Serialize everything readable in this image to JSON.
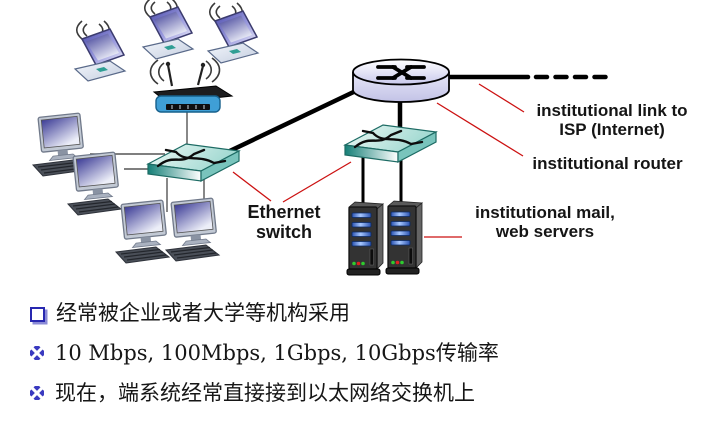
{
  "diagram": {
    "annotations": {
      "isp_link": {
        "line1": "institutional link to",
        "line2": "ISP (Internet)"
      },
      "router": "institutional router",
      "servers": {
        "line1": "institutional mail,",
        "line2": "web servers"
      },
      "ethernet_switch": {
        "line1": "Ethernet",
        "line2": "switch"
      }
    },
    "devices": {
      "wireless_laptops": 3,
      "wireless_access_point": 1,
      "desktop_pcs": 4,
      "ethernet_switches": 2,
      "routers": 1,
      "servers": 2
    },
    "colors": {
      "annotation_line": "#cc1111",
      "switch_teal": "#157f77",
      "router_fill": "#d9d9f2",
      "link_black": "#000000",
      "server_slot_blue": "#6d9ce8"
    }
  },
  "content": {
    "bullets": [
      {
        "style": "square",
        "text": "经常被企业或者大学等机构采用"
      },
      {
        "style": "diamond",
        "text": "10 Mbps, 100Mbps, 1Gbps, 10Gbps传输率"
      },
      {
        "style": "diamond",
        "text": "现在，端系统经常直接接到以太网络交换机上"
      }
    ]
  }
}
